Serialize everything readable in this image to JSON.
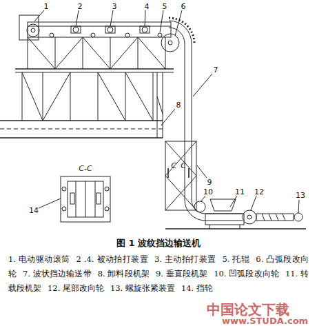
{
  "diagram": {
    "caption": "图 1 波纹挡边输送机",
    "labels": [
      "1",
      "2",
      "3",
      "4",
      "5",
      "6",
      "7",
      "8",
      "9",
      "10",
      "11",
      "12",
      "13",
      "14",
      "C-C",
      "C",
      "C",
      "1. 电动驱动滚筒",
      "2 .4. 被动拍打装置",
      "3. 主动拍打装置",
      "5. 托辊",
      "6. 凸弧段改向轮",
      "7. 波状挡边输送带",
      "8. 卸料段机架",
      "9. 垂直段机架",
      "10. 凹弧段改向轮",
      "11. 转载段机架",
      "12. 尾部改向轮",
      "13. 螺旋张紧装置",
      "14. 挡轮",
      "中国论文下载",
      "www.STUDA.com"
    ]
  }
}
